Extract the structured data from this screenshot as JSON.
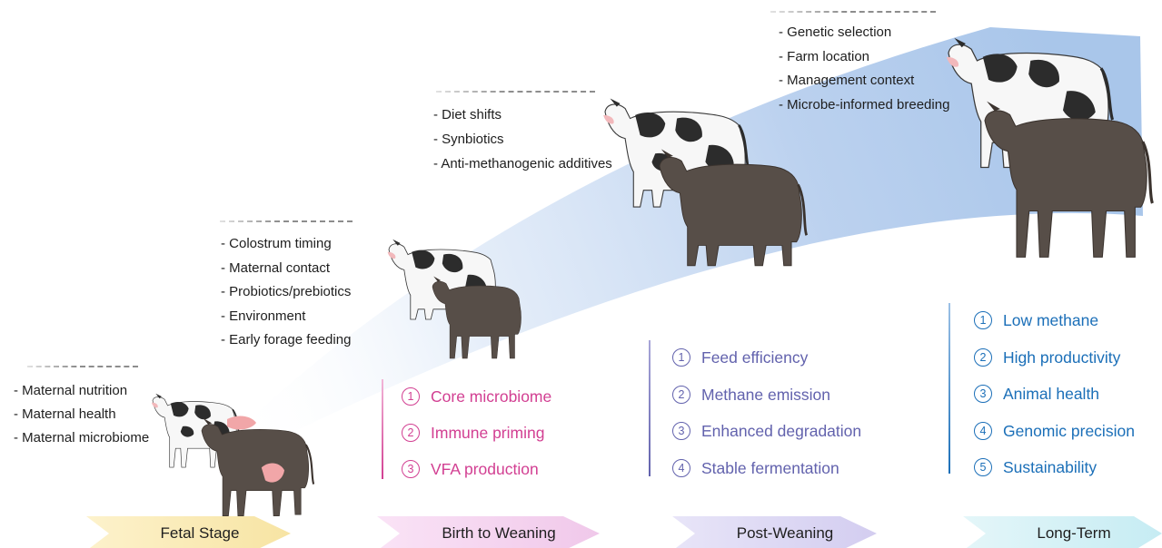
{
  "stages": [
    {
      "label": "Fetal Stage",
      "factors": [
        "- Maternal nutrition",
        "- Maternal health",
        "- Maternal microbiome"
      ],
      "outcomes": []
    },
    {
      "label": "Birth to Weaning",
      "factors": [
        "- Colostrum timing",
        "- Maternal contact",
        "- Probiotics/prebiotics",
        "- Environment",
        "- Early forage feeding"
      ],
      "outcomes": [
        {
          "num": "1",
          "text": "Core microbiome"
        },
        {
          "num": "2",
          "text": "Immune priming"
        },
        {
          "num": "3",
          "text": "VFA production"
        }
      ]
    },
    {
      "label": "Post-Weaning",
      "factors": [
        "- Diet shifts",
        "- Synbiotics",
        "- Anti-methanogenic additives"
      ],
      "outcomes": [
        {
          "num": "1",
          "text": "Feed efficiency"
        },
        {
          "num": "2",
          "text": "Methane emission"
        },
        {
          "num": "3",
          "text": "Enhanced degradation"
        },
        {
          "num": "4",
          "text": "Stable fermentation"
        }
      ]
    },
    {
      "label": "Long-Term",
      "factors": [
        "- Genetic selection",
        "- Farm location",
        "- Management context",
        "- Microbe-informed breeding"
      ],
      "outcomes": [
        {
          "num": "1",
          "text": "Low methane"
        },
        {
          "num": "2",
          "text": "High productivity"
        },
        {
          "num": "3",
          "text": "Animal health"
        },
        {
          "num": "4",
          "text": "Genomic precision"
        },
        {
          "num": "5",
          "text": "Sustainability"
        }
      ]
    }
  ],
  "colors": {
    "stage1_arrow": "#f7e4a3",
    "stage2_arrow": "#f0c8ea",
    "stage3_arrow": "#d3cdf0",
    "stage4_arrow": "#c6ecf3",
    "stage2_text": "#d23f92",
    "stage3_text": "#6262ad",
    "stage4_text": "#1b6fb8",
    "growth_band": "#a9c6ea",
    "holstein_black": "#2c2c2c",
    "holstein_white": "#f7f7f7",
    "brown_cow": "#574e48",
    "udder_pink": "#f1a6a8"
  }
}
